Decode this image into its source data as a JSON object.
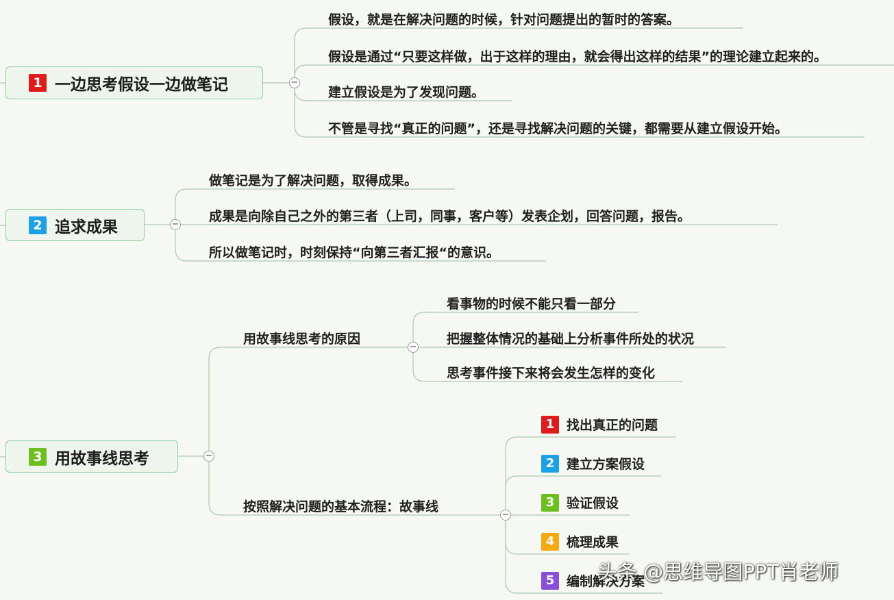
{
  "topics": [
    {
      "number": "1",
      "badge_color": "#e01b1b",
      "label": "一边思考假设一边做笔记",
      "children": [
        "假设，就是在解决问题的时候，针对问题提出的暂时的答案。",
        "假设是通过“只要这样做，出于这样的理由，就会得出这样的结果”的理论建立起来的。",
        "建立假设是为了发现问题。",
        "不管是寻找“真正的问题”，还是寻找解决问题的关键，都需要从建立假设开始。"
      ]
    },
    {
      "number": "2",
      "badge_color": "#1ea0e6",
      "label": "追求成果",
      "children": [
        "做笔记是为了解决问题，取得成果。",
        "成果是向除自己之外的第三者（上司，同事，客户等）发表企划，回答问题，报告。",
        "所以做笔记时，时刻保持“向第三者汇报“的意识。"
      ]
    },
    {
      "number": "3",
      "badge_color": "#6cbf1e",
      "label": "用故事线思考",
      "subtopics": [
        {
          "label": "用故事线思考的原因",
          "children": [
            "看事物的时候不能只看一部分",
            "把握整体情况的基础上分析事件所处的状况",
            "思考事件接下来将会发生怎样的变化"
          ]
        },
        {
          "label": "按照解决问题的基本流程：故事线",
          "steps": [
            {
              "number": "1",
              "color": "#e01b1b",
              "label": "找出真正的问题"
            },
            {
              "number": "2",
              "color": "#1ea0e6",
              "label": "建立方案假设"
            },
            {
              "number": "3",
              "color": "#6cbf1e",
              "label": "验证假设"
            },
            {
              "number": "4",
              "color": "#f5a80f",
              "label": "梳理成果"
            },
            {
              "number": "5",
              "color": "#8a4fd8",
              "label": "编制解决方案"
            }
          ]
        }
      ]
    }
  ],
  "collapse_symbol": "−",
  "watermark": "头条 @思维导图PPT肖老师"
}
